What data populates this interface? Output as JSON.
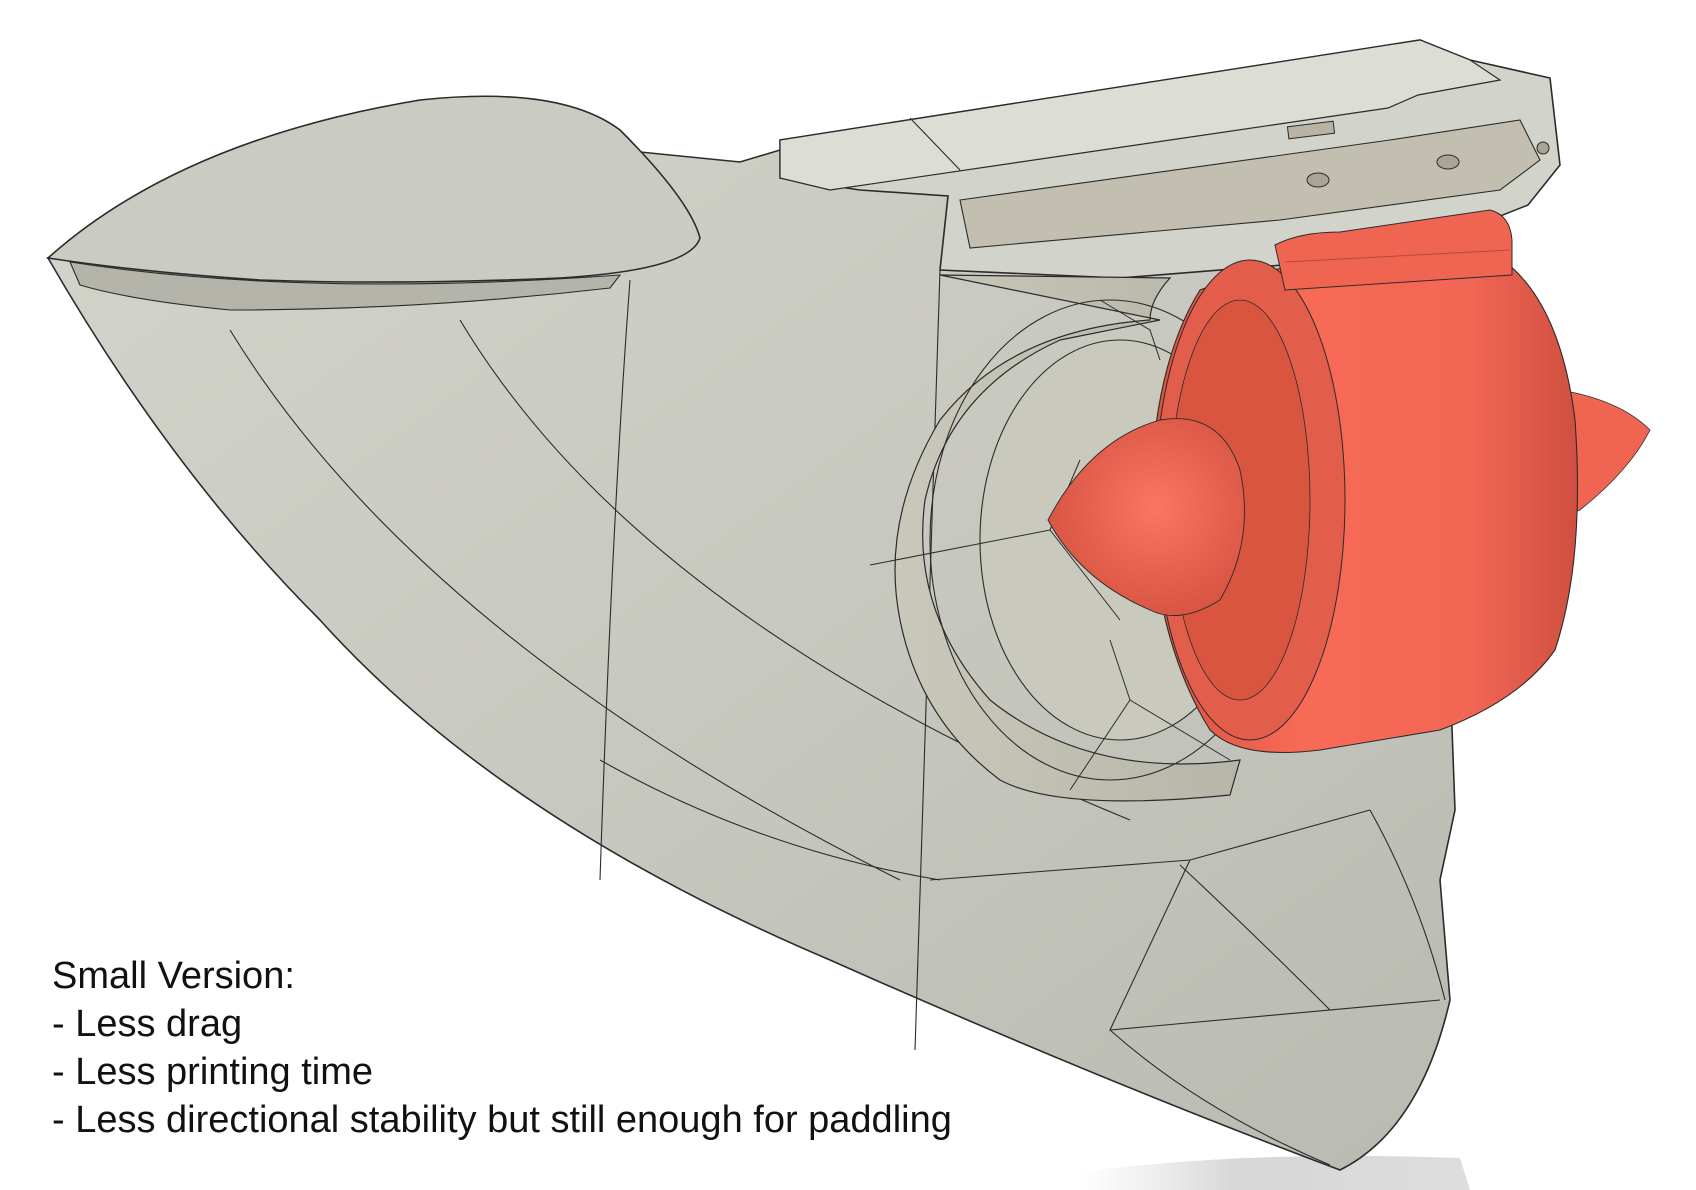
{
  "caption": {
    "title": "Small Version:",
    "bullets": [
      "- Less drag",
      "- Less printing time",
      "- Less directional stability but still enough for paddling"
    ]
  },
  "colors": {
    "background": "#ffffff",
    "body_gray": "#c7c8bf",
    "body_gray_light": "#d4d5cc",
    "body_gray_dark": "#a9aaa1",
    "edge_line": "#2b2b2b",
    "accent_red": "#f06552",
    "accent_red_dark": "#c94d3e",
    "accent_red_light": "#fb7a68"
  }
}
